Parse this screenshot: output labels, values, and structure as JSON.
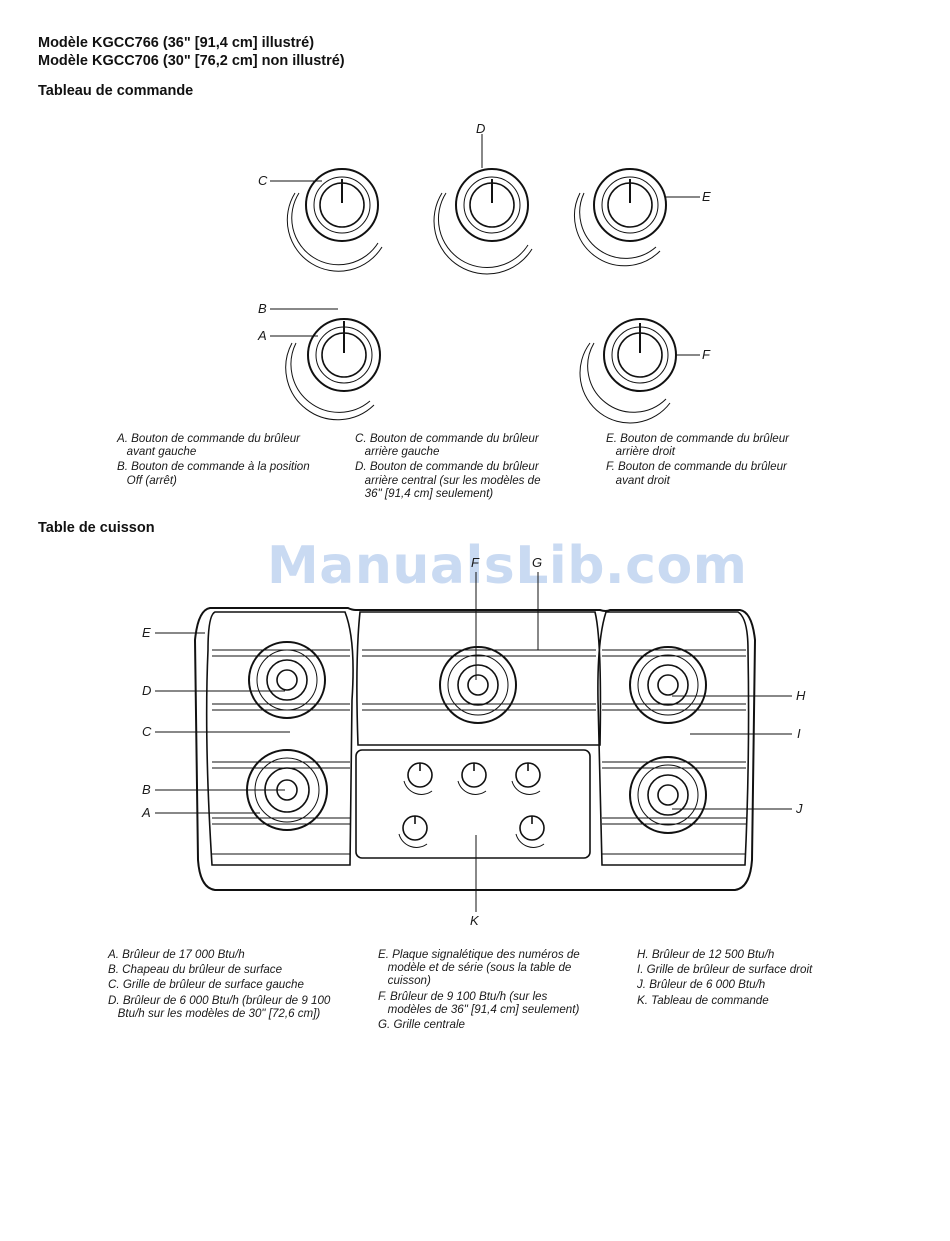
{
  "header": {
    "model_line_1": "Modèle KGCC766 (36\" [91,4 cm] illustré)",
    "model_line_2": "Modèle KGCC706 (30\" [76,2 cm] non illustré)"
  },
  "section_controls": {
    "title": "Tableau de commande",
    "callouts": {
      "a": "A",
      "b": "B",
      "c": "C",
      "d": "D",
      "e": "E",
      "f": "F"
    },
    "captions": [
      [
        "A. Bouton de commande du brûleur",
        "avant gauche"
      ],
      [
        "B. Bouton de commande à la position",
        "Off (arrêt)"
      ],
      [
        "C. Bouton de commande du brûleur",
        "arrière gauche"
      ],
      [
        "D. Bouton de commande du brûleur",
        "arrière central (sur les modèles de",
        "36\" [91,4 cm] seulement)"
      ],
      [
        "E. Bouton de commande du brûleur",
        "arrière droit"
      ],
      [
        "F. Bouton de commande du brûleur",
        "avant droit"
      ]
    ]
  },
  "section_cooktop": {
    "title": "Table de cuisson",
    "watermark": "ManualsLib.com",
    "callouts": {
      "a": "A",
      "b": "B",
      "c": "C",
      "d": "D",
      "e": "E",
      "f": "F",
      "g": "G",
      "h": "H",
      "i": "I",
      "j": "J",
      "k": "K"
    },
    "captions": [
      [
        "A. Brûleur de 17 000 Btu/h"
      ],
      [
        "B. Chapeau du brûleur de surface"
      ],
      [
        "C. Grille de brûleur de surface gauche"
      ],
      [
        "D. Brûleur de 6 000 Btu/h (brûleur de 9 100",
        "Btu/h sur les modèles de 30\" [72,6 cm])"
      ],
      [
        "E. Plaque signalétique des numéros de",
        "modèle et de série (sous la table de",
        "cuisson)"
      ],
      [
        "F. Brûleur de 9 100 Btu/h (sur les",
        "modèles de 36\" [91,4 cm] seulement)"
      ],
      [
        "G. Grille centrale"
      ],
      [
        "H. Brûleur de 12 500 Btu/h"
      ],
      [
        "I. Grille de brûleur de surface droit"
      ],
      [
        "J. Brûleur de 6 000 Btu/h"
      ],
      [
        "K. Tableau de commande"
      ]
    ]
  }
}
